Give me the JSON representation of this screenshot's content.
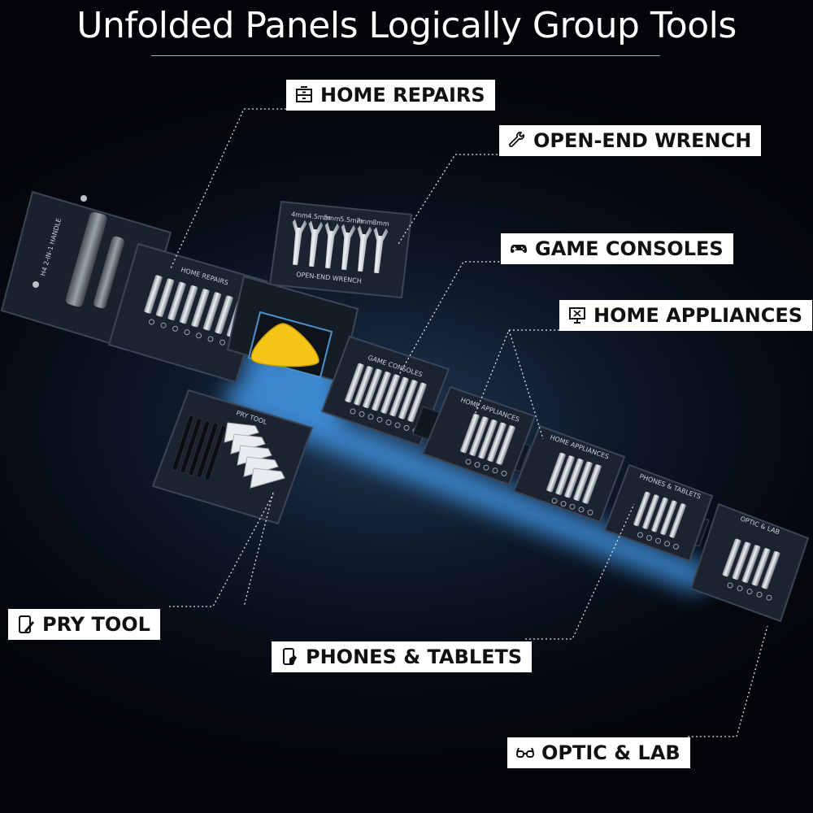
{
  "title": "Unfolded Panels Logically Group Tools",
  "labels": {
    "home_repairs": "HOME REPAIRS",
    "open_end_wrench": "OPEN-END WRENCH",
    "game_consoles": "GAME CONSOLES",
    "home_appliances": "HOME APPLIANCES",
    "pry_tool": "PRY TOOL",
    "phones_tablets": "PHONES & TABLETS",
    "optic_lab": "OPTIC & LAB"
  },
  "panel_titles": {
    "handle": "H4 2-IN-1 HANDLE",
    "home_repairs": "HOME REPAIRS",
    "open_end_wrench": "OPEN-END WRENCH",
    "game_consoles": "GAME CONSOLES",
    "home_appliances_1": "HOME APPLIANCES",
    "home_appliances_2": "HOME APPLIANCES",
    "phones_tablets": "PHONES & TABLETS",
    "optic_lab": "OPTIC & LAB",
    "pry_tool": "PRY TOOL"
  },
  "wrench_sizes": [
    "4mm",
    "4.5mm",
    "5mm",
    "5.5mm",
    "7mm",
    "8mm"
  ],
  "colors": {
    "panel": "#1c2330",
    "panel_edge": "#3a4558",
    "glow": "#5fb8ff",
    "pick": "#f5c518",
    "label_bg": "#ffffff"
  },
  "icons": {
    "home_repairs": "drawer-cabinet-icon",
    "open_end_wrench": "wrench-icon",
    "game_consoles": "gamepad-icon",
    "home_appliances": "appliance-monitor-icon",
    "pry_tool": "phone-pry-icon",
    "phones_tablets": "phone-hand-icon",
    "optic_lab": "glasses-icon"
  }
}
